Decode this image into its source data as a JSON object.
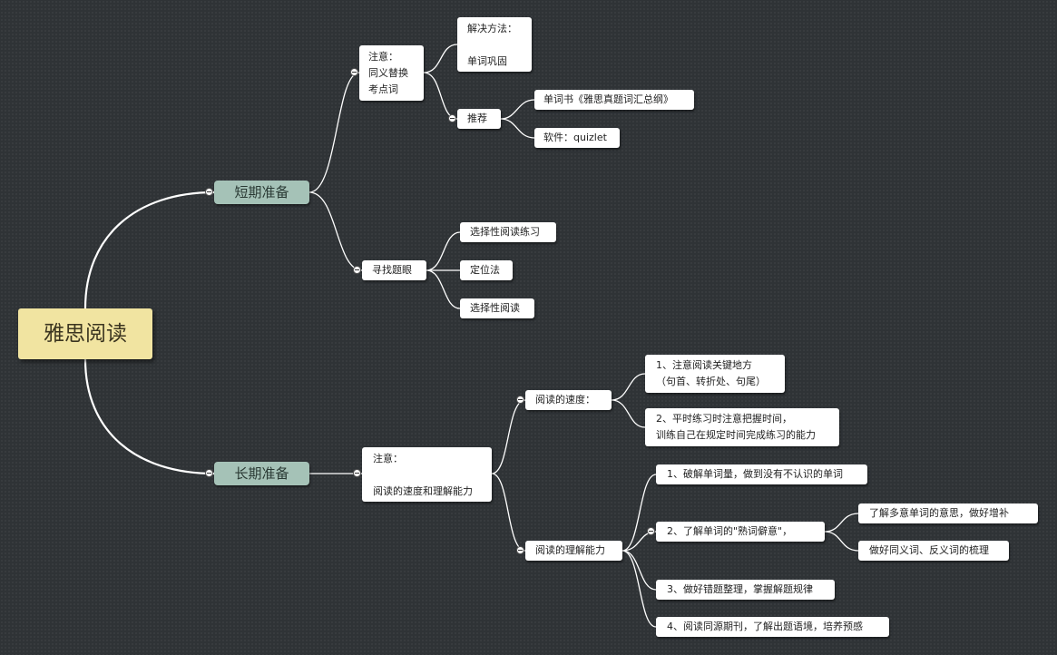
{
  "root": {
    "label": "雅思阅读"
  },
  "short": {
    "label": "短期准备",
    "notice": {
      "lines": [
        "注意：",
        "同义替换",
        "考点词"
      ]
    },
    "solution": {
      "lines": [
        "解决方法：",
        "",
        "单词巩固"
      ]
    },
    "recommend": {
      "label": "推荐"
    },
    "book": {
      "label": "单词书《雅思真题词汇总纲》"
    },
    "software": {
      "label": "软件：quizlet"
    },
    "find": {
      "label": "寻找题眼"
    },
    "practice": {
      "label": "选择性阅读练习"
    },
    "locate": {
      "label": "定位法"
    },
    "selective": {
      "label": "选择性阅读"
    }
  },
  "long": {
    "label": "长期准备",
    "notice": {
      "lines": [
        "注意：",
        "",
        "阅读的速度和理解能力"
      ]
    },
    "speed": {
      "label": "阅读的速度：",
      "item1": {
        "lines": [
          "1、注意阅读关键地方",
          "（句首、转折处、句尾）"
        ]
      },
      "item2": {
        "lines": [
          "2、平时练习时注意把握时间，",
          "训练自己在规定时间完成练习的能力"
        ]
      }
    },
    "comprehension": {
      "label": "阅读的理解能力",
      "item1": {
        "label": "1、破解单词量，做到没有不认识的单词"
      },
      "item2": {
        "label": "2、了解单词的\"熟词僻意\"，",
        "sub1": {
          "label": "了解多意单词的意思，做好增补"
        },
        "sub2": {
          "label": "做好同义词、反义词的梳理"
        }
      },
      "item3": {
        "label": "3、做好错题整理，掌握解题规律"
      },
      "item4": {
        "label": "4、阅读同源期刊，了解出题语境，培养预感"
      }
    }
  }
}
